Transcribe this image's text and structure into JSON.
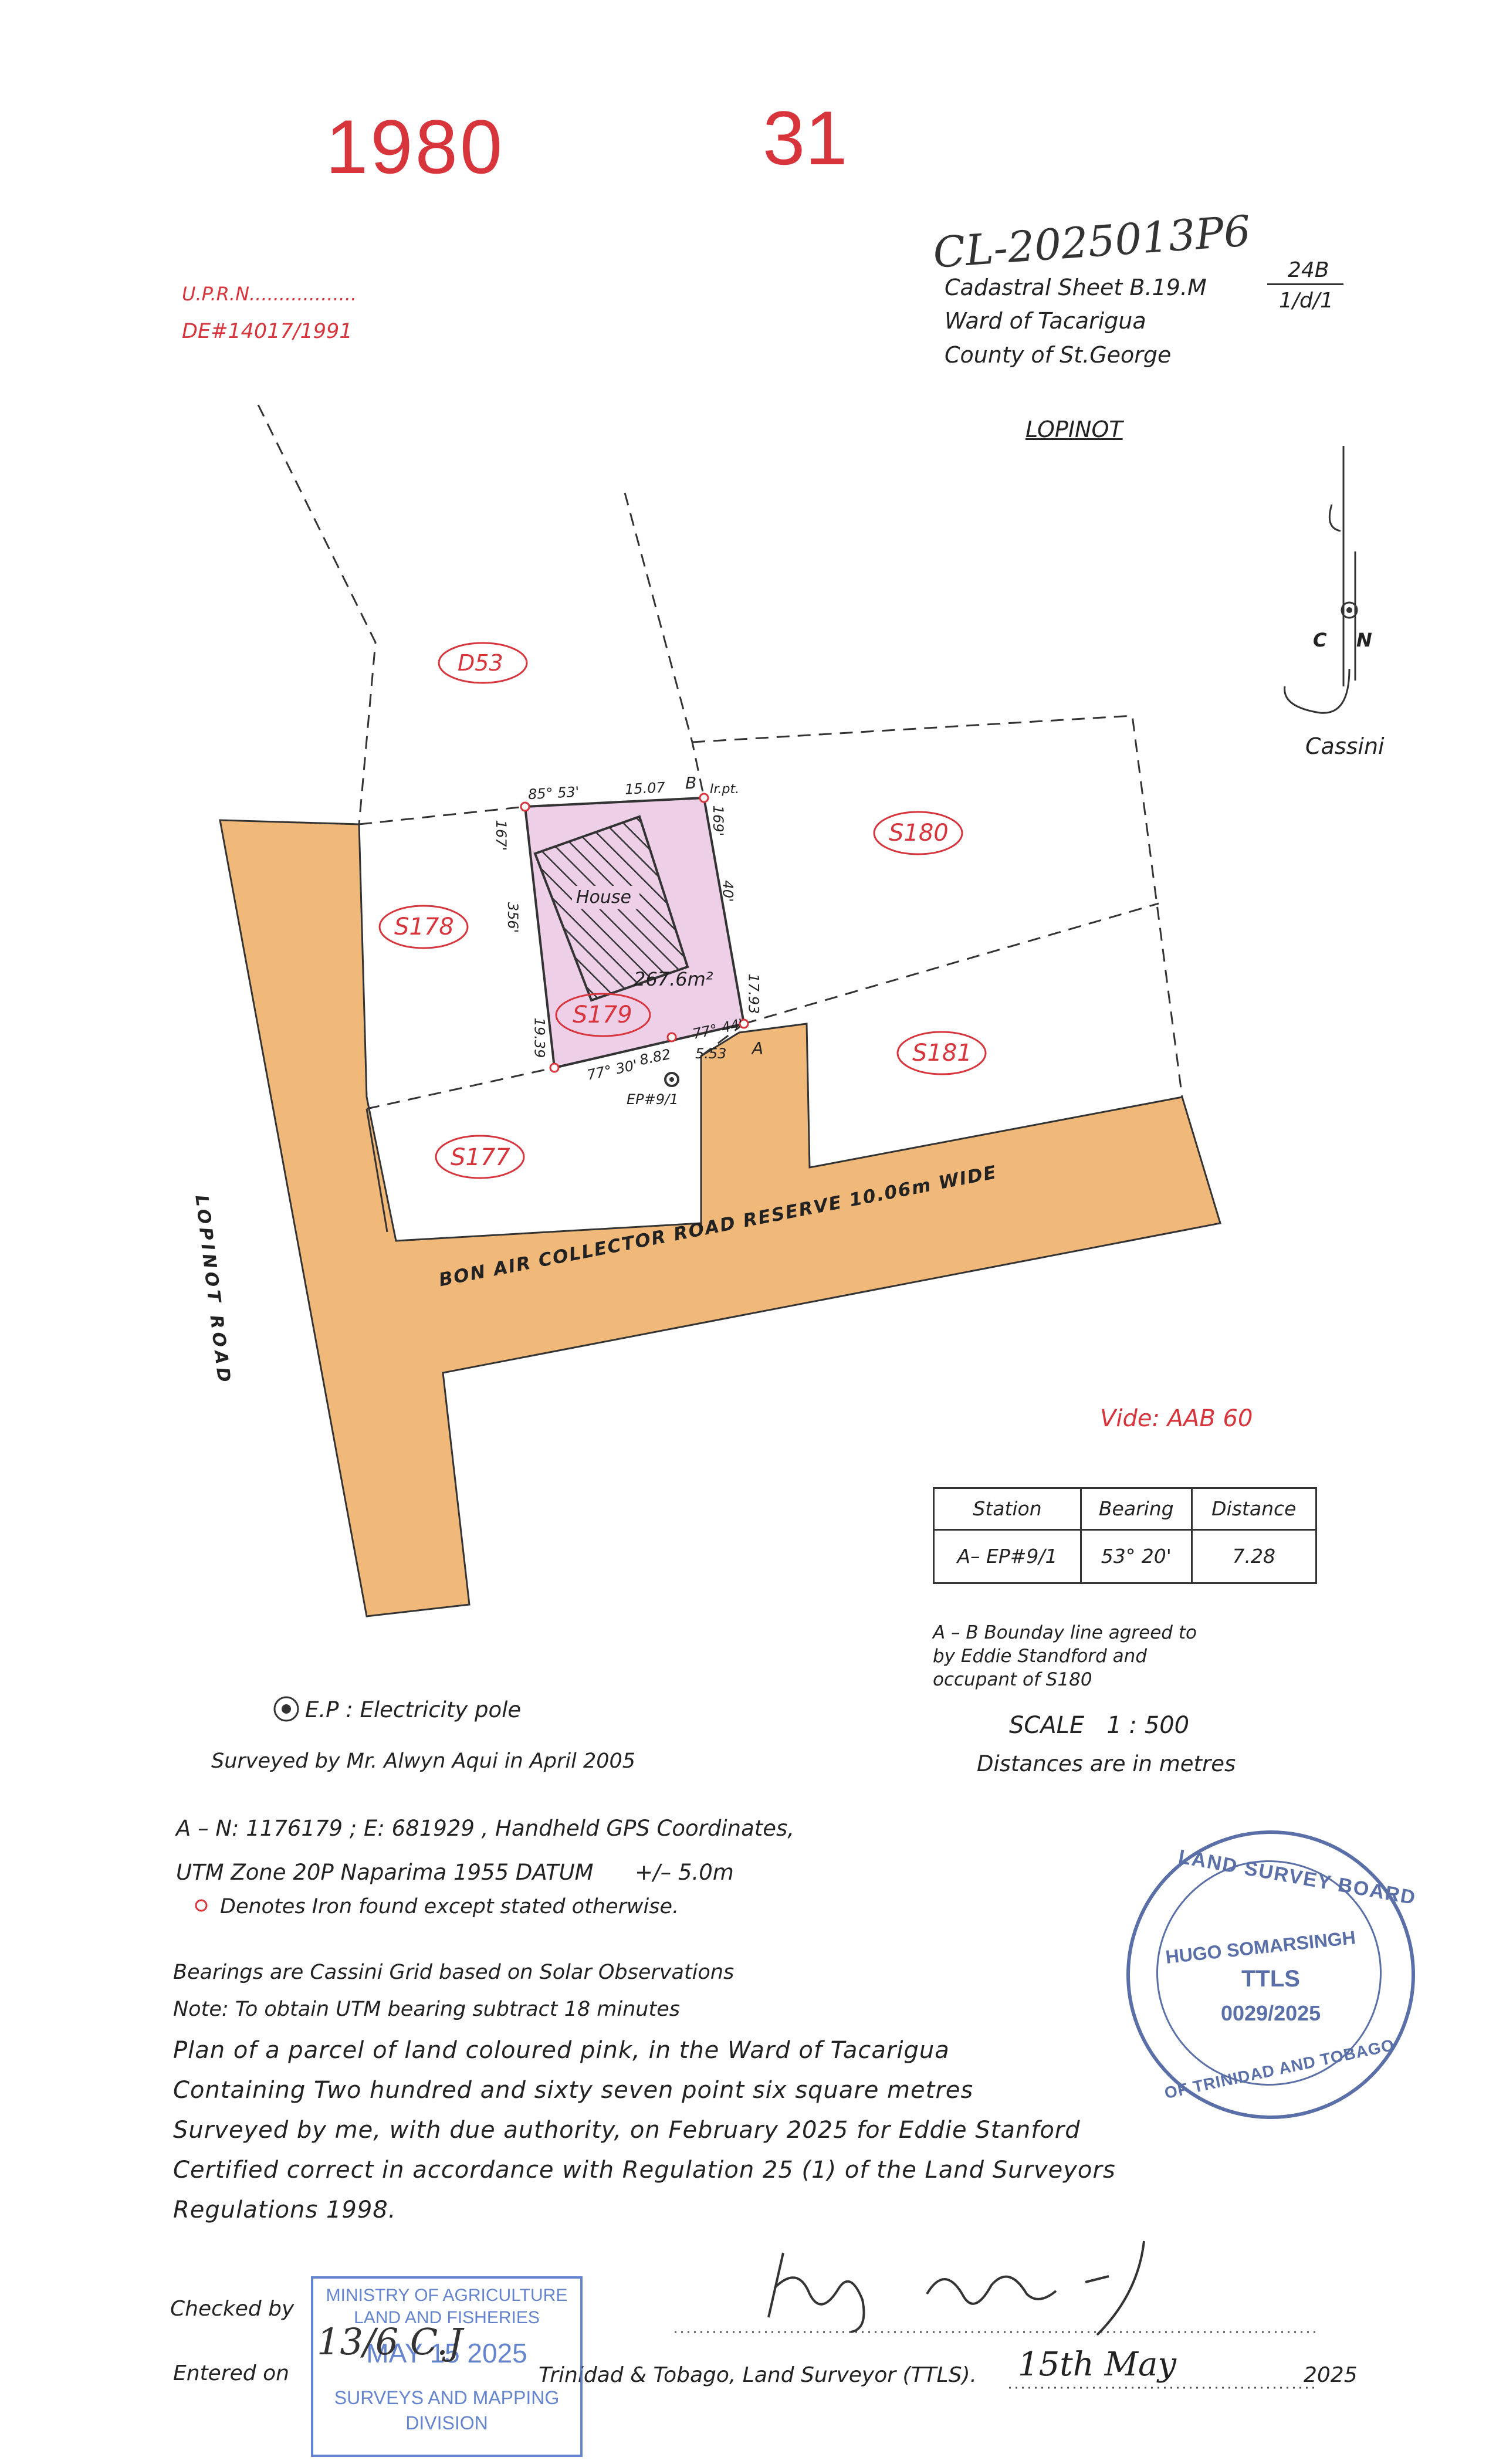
{
  "header": {
    "stamp_number_left": "1980",
    "stamp_number_right": "31",
    "handwritten_ref": "CL-2025013P6"
  },
  "references": {
    "uprn": "U.P.R.N..................",
    "de_number": "DE#14017/1991"
  },
  "location": {
    "cadastral_sheet": "Cadastral Sheet B.19.M",
    "ward": "Ward of Tacarigua",
    "county": "County of St.George",
    "sheet_fraction_top": "24B",
    "sheet_fraction_bottom": "1/d/1",
    "locality": "LOPINOT"
  },
  "north_arrow": {
    "label_c": "C",
    "label_n": "N",
    "projection": "Cassini"
  },
  "parcels": {
    "d53": "D53",
    "s180": "S180",
    "s178": "S178",
    "s179": "S179",
    "s181": "S181",
    "s177": "S177"
  },
  "plan_labels": {
    "house": "House",
    "area": "267.6m²",
    "road_lopinot": "LOPINOT ROAD",
    "road_bon_air": "BON AIR COLLECTOR ROAD RESERVE 10.06m WIDE",
    "point_b": "B",
    "point_a": "A",
    "iron_pt": "Ir.pt.",
    "ep_label": "EP#9/1",
    "top_bearing": "85° 53'",
    "top_dist": "15.07",
    "left_dist": "167'",
    "left_bearing": "356'",
    "left_lower_dist": "19.39",
    "right_bearing": "169'",
    "right_bearing2": "40'",
    "right_dist": "17.93",
    "bottom_bearing": "77° 30'",
    "bottom_dist": "8.82",
    "bottom_bearing2": "77° 44'",
    "bottom_dist2": "5.53"
  },
  "vide": "Vide: AAB 60",
  "station_table": {
    "headers": [
      "Station",
      "Bearing",
      "Distance"
    ],
    "rows": [
      [
        "A– EP#9/1",
        "53° 20'",
        "7.28"
      ]
    ]
  },
  "boundary_note": [
    "A – B Bounday line agreed to",
    "by Eddie Standford and",
    "occupant of S180"
  ],
  "scale": {
    "scale_text": "SCALE   1 : 500",
    "units_text": "Distances are in metres"
  },
  "legend": {
    "ep": "E.P : Electricity pole",
    "surveyed_prev": "Surveyed by Mr. Alwyn Aqui in April 2005",
    "coords": "A – N: 1176179 ; E: 681929 , Handheld GPS Coordinates,",
    "utm": "UTM Zone 20P Naparima 1955 DATUM      +/– 5.0m",
    "iron": "Denotes Iron found except stated otherwise.",
    "bearings": "Bearings are Cassini Grid based on Solar Observations",
    "note": "Note: To obtain UTM bearing subtract 18 minutes"
  },
  "certification": [
    "Plan of a parcel of land coloured pink, in the Ward of Tacarigua",
    "Containing Two hundred and sixty seven point six square metres",
    "Surveyed by me, with due authority, on February 2025 for Eddie Stanford",
    "Certified correct in accordance with Regulation 25 (1) of the Land Surveyors",
    "Regulations 1998."
  ],
  "seal": {
    "ring_top": "LAND SURVEY BOARD",
    "ring_bottom": "OF TRINIDAD AND TOBAGO",
    "name": "HUGO SOMARSINGH",
    "title": "TTLS",
    "number": "0029/2025"
  },
  "footer": {
    "checked_by": "Checked by",
    "entered_on": "Entered on",
    "surveyor": "Trinidad & Tobago, Land Surveyor (TTLS).",
    "date_handwritten": "15th May",
    "year": "2025",
    "initials_handwritten": "13/6 C.J"
  },
  "ministry_stamp": {
    "line1": "MINISTRY OF AGRICULTURE",
    "line2": "LAND AND FISHERIES",
    "date": "MAY 15 2025",
    "line3": "SURVEYS AND MAPPING",
    "line4": "DIVISION"
  }
}
